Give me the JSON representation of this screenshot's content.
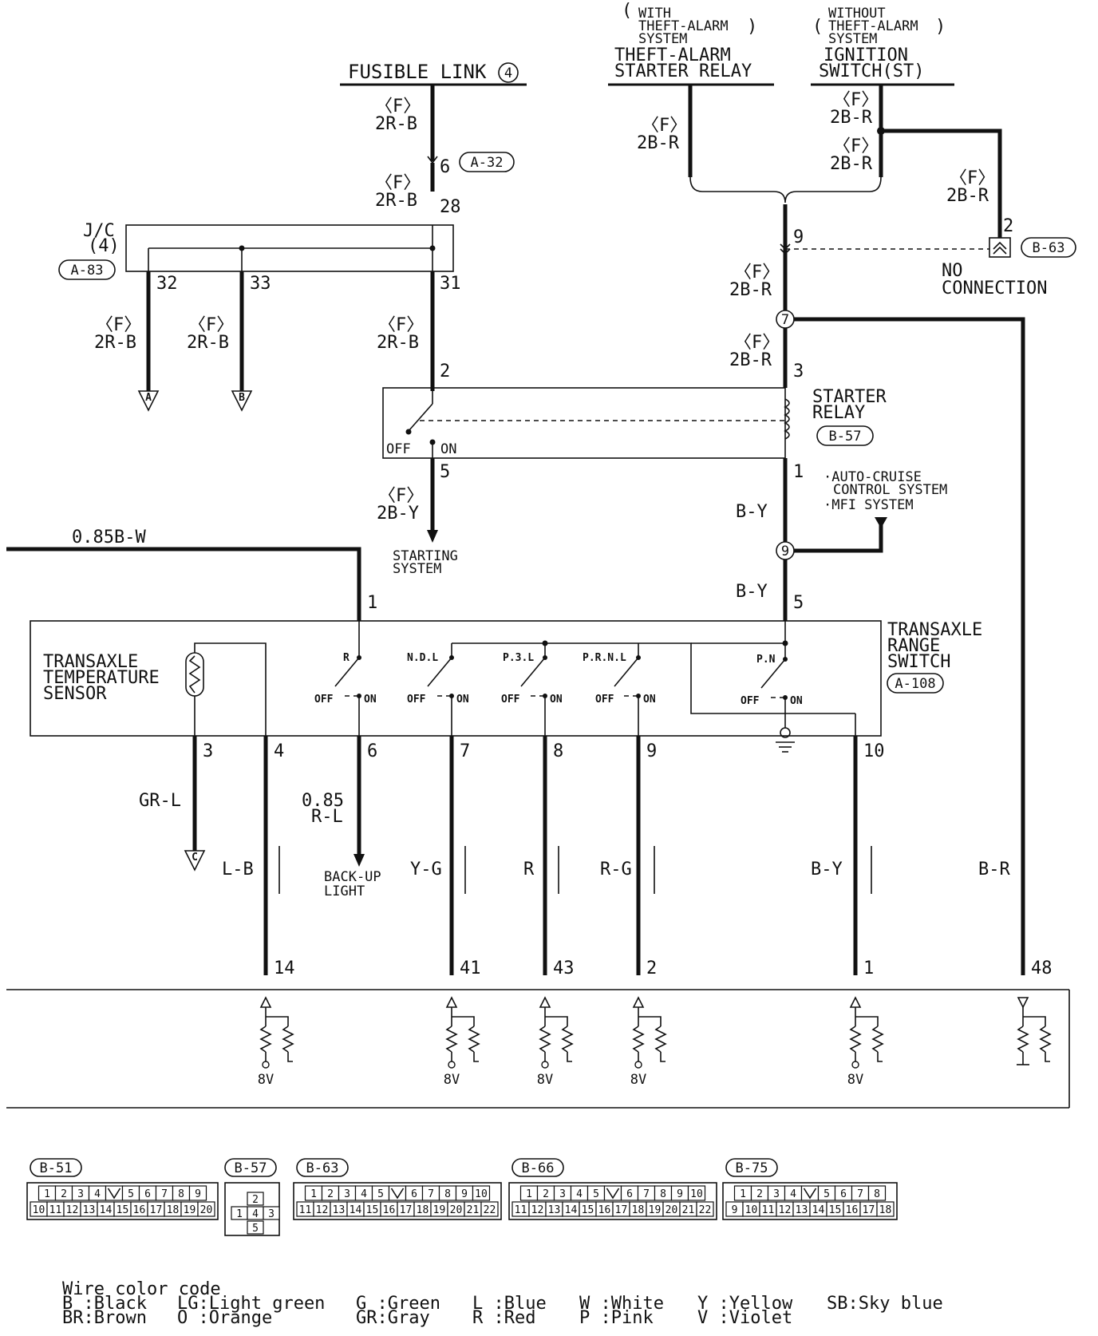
{
  "labels": {
    "fusible_link": "FUSIBLE LINK",
    "fusible_link_num": "4",
    "with_system": [
      "WITH",
      "THEFT-ALARM",
      "SYSTEM"
    ],
    "without_system": [
      "WITHOUT",
      "THEFT-ALARM",
      "SYSTEM"
    ],
    "theft_relay": [
      "THEFT-ALARM",
      "STARTER RELAY"
    ],
    "ign_switch": [
      "IGNITION",
      "SWITCH(ST)"
    ],
    "jc": [
      "J/C",
      "(4)"
    ],
    "no_connection": [
      "NO",
      "CONNECTION"
    ],
    "starter_relay": [
      "STARTER",
      "RELAY"
    ],
    "starting_system": [
      "STARTING",
      "SYSTEM"
    ],
    "auto_cruise": [
      "·AUTO-CRUISE",
      "CONTROL SYSTEM",
      "·MFI SYSTEM"
    ],
    "tr_switch": [
      "TRANSAXLE",
      "RANGE",
      "SWITCH"
    ],
    "temp_sensor": [
      "TRANSAXLE",
      "TEMPERATURE",
      "SENSOR"
    ],
    "backup_light": [
      "BACK-UP",
      "LIGHT"
    ],
    "off": "OFF",
    "on": "ON",
    "sw_r": "R",
    "sw_ndl": "N.D.L",
    "sw_p3l": "P.3.L",
    "sw_prnl": "P.R.N.L",
    "sw_pn": "P.N",
    "volt": "8V",
    "f": "〈F〉"
  },
  "connectors": {
    "a32": "A-32",
    "a83": "A-83",
    "b63": "B-63",
    "b57": "B-57",
    "a108": "A-108"
  },
  "wires": {
    "w2rb": "2R-B",
    "w2br": "2B-R",
    "w2by": "2B-Y",
    "by": "B-Y",
    "bw": "0.85B-W",
    "grl": "GR-L",
    "lb": "L-B",
    "rl": [
      "0.85",
      "R-L"
    ],
    "yg": "Y-G",
    "r": "R",
    "rg": "R-G",
    "br": "B-R"
  },
  "terminals": {
    "t6": "6",
    "t28": "28",
    "t32": "32",
    "t33": "33",
    "t31": "31",
    "t2": "2",
    "t5": "5",
    "t9": "9",
    "t3": "3",
    "t1": "1",
    "t5b": "5",
    "t1b": "1",
    "t2b": "2",
    "sw3": "3",
    "sw4": "4",
    "sw6": "6",
    "sw7": "7",
    "sw8": "8",
    "sw9": "9",
    "sw10": "10",
    "e14": "14",
    "e41": "41",
    "e43": "43",
    "e2": "2",
    "e1": "1",
    "e48": "48"
  },
  "junctions": {
    "j7": "7",
    "j9": "9"
  },
  "refs": {
    "a": "A",
    "b": "B",
    "c": "C"
  },
  "connector_views": [
    {
      "name": "B-51",
      "row1": [
        "1",
        "2",
        "3",
        "4",
        "",
        "5",
        "6",
        "7",
        "8",
        "9"
      ],
      "row2": [
        "10",
        "11",
        "12",
        "13",
        "14",
        "15",
        "16",
        "17",
        "18",
        "19",
        "20"
      ]
    },
    {
      "name": "B-57",
      "cells": [
        "2",
        "1",
        "4",
        "3",
        "5"
      ]
    },
    {
      "name": "B-63",
      "row1": [
        "1",
        "2",
        "3",
        "4",
        "5",
        "",
        "6",
        "7",
        "8",
        "9",
        "10"
      ],
      "row2": [
        "11",
        "12",
        "13",
        "14",
        "15",
        "16",
        "17",
        "18",
        "19",
        "20",
        "21",
        "22"
      ]
    },
    {
      "name": "B-66",
      "row1": [
        "1",
        "2",
        "3",
        "4",
        "5",
        "",
        "6",
        "7",
        "8",
        "9",
        "10"
      ],
      "row2": [
        "11",
        "12",
        "13",
        "14",
        "15",
        "16",
        "17",
        "18",
        "19",
        "20",
        "21",
        "22"
      ]
    },
    {
      "name": "B-75",
      "row1": [
        "1",
        "2",
        "3",
        "4",
        "",
        "5",
        "6",
        "7",
        "8"
      ],
      "row2": [
        "9",
        "10",
        "11",
        "12",
        "13",
        "14",
        "15",
        "16",
        "17",
        "18"
      ]
    }
  ],
  "legend": {
    "title": "Wire color code",
    "row1": [
      "B :Black",
      "LG:Light green",
      "G :Green",
      "L :Blue",
      "W :White",
      "Y :Yellow",
      "SB:Sky blue"
    ],
    "row2": [
      "BR:Brown",
      "O :Orange",
      "GR:Gray",
      "R :Red",
      "P :Pink",
      "V :Violet"
    ]
  }
}
